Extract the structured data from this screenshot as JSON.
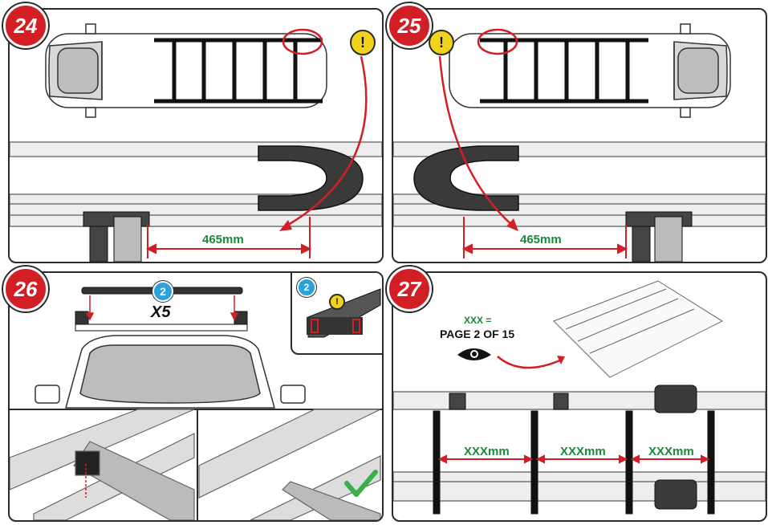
{
  "steps": {
    "s24": {
      "number": "24",
      "dimension": "465mm",
      "warning": "!"
    },
    "s25": {
      "number": "25",
      "dimension": "465mm",
      "warning": "!"
    },
    "s26": {
      "number": "26",
      "part_number": "2",
      "quantity": "X5",
      "inset_part": "2",
      "inset_warning": "!"
    },
    "s27": {
      "number": "27",
      "ref_value": "XXX =",
      "ref_page": "PAGE 2 OF 15",
      "gap1": "XXXmm",
      "gap2": "XXXmm",
      "gap3": "XXXmm"
    }
  },
  "colors": {
    "accent_red": "#d21f26",
    "dimension_green": "#1a8a3a",
    "warning_yellow": "#f2d21b",
    "part_blue": "#2aa3dc"
  },
  "icons": [
    "warning-icon",
    "eye-icon",
    "checkmark-icon"
  ]
}
